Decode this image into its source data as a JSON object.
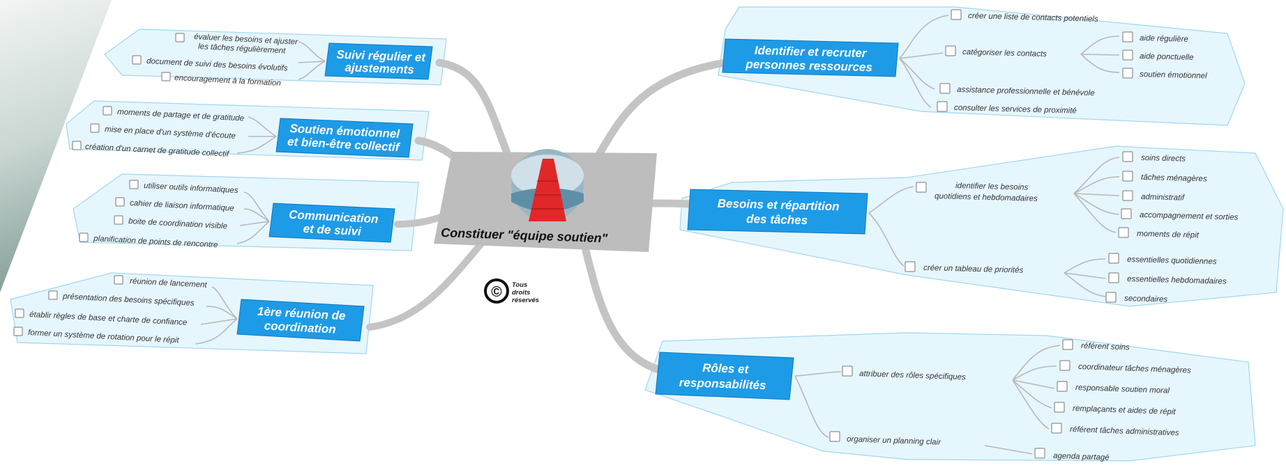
{
  "central": {
    "title": "Constituer \"équipe soutien\""
  },
  "copyright": {
    "symbol": "©",
    "lines": [
      "Tous",
      "droits",
      "réservés"
    ]
  },
  "branches": {
    "suivi": {
      "title": [
        "Suivi régulier et",
        "ajustements"
      ],
      "items": [
        {
          "lines": [
            "évaluer les besoins et ajuster",
            "les tâches régulièrement"
          ]
        },
        {
          "lines": [
            "document de suivi des besoins évolutifs"
          ]
        },
        {
          "lines": [
            "encouragement à la formation"
          ]
        }
      ]
    },
    "soutien": {
      "title": [
        "Soutien émotionnel",
        "et bien-être collectif"
      ],
      "items": [
        {
          "lines": [
            "moments de partage et de gratitude"
          ]
        },
        {
          "lines": [
            "mise en place d'un système d'écoute"
          ]
        },
        {
          "lines": [
            "création d'un carnet de gratitude collectif"
          ]
        }
      ]
    },
    "communication": {
      "title": [
        "Communication",
        "et de suivi"
      ],
      "items": [
        {
          "lines": [
            "utiliser outils informatiques"
          ]
        },
        {
          "lines": [
            "cahier de liaison informatique"
          ]
        },
        {
          "lines": [
            "boite de coordination visible"
          ]
        },
        {
          "lines": [
            "planification de points de rencontre"
          ]
        }
      ]
    },
    "reunion": {
      "title": [
        "1ère réunion de",
        "coordination"
      ],
      "items": [
        {
          "lines": [
            "réunion de lancement"
          ]
        },
        {
          "lines": [
            "présentation des besoins spécifiques"
          ]
        },
        {
          "lines": [
            "établir règles de base et charte de confiance"
          ]
        },
        {
          "lines": [
            "former un système de rotation pour le répit"
          ]
        }
      ]
    },
    "identifier": {
      "title": [
        "Identifier et recruter",
        "personnes ressources"
      ],
      "items": [
        {
          "lines": [
            "créer une liste de contacts potentiels"
          ]
        },
        {
          "lines": [
            "catégoriser les contacts"
          ],
          "children": [
            "aide régulière",
            "aide ponctuelle",
            "soutien émotionnel"
          ]
        },
        {
          "lines": [
            "assistance professionnelle et bénévole"
          ]
        },
        {
          "lines": [
            "consulter les services de proximité"
          ]
        }
      ]
    },
    "besoins": {
      "title": [
        "Besoins et répartition",
        "des tâches"
      ],
      "items": [
        {
          "lines": [
            "identifier les besoins",
            "quotidiens et hebdomadaires"
          ],
          "children": [
            "soins directs",
            "tâches ménagères",
            "administratif",
            "accompagnement et sorties",
            "moments de répit"
          ]
        },
        {
          "lines": [
            "créer un tableau de priorités"
          ],
          "children": [
            "essentielles quotidiennes",
            "essentielles hebdomadaires",
            "secondaires"
          ]
        }
      ]
    },
    "roles": {
      "title": [
        "Rôles et",
        "responsabilités"
      ],
      "items": [
        {
          "lines": [
            "attribuer des rôles spécifiques"
          ],
          "children": [
            "référent soins",
            "coordinateur tâches ménagères",
            "responsable soutien moral",
            "remplaçants et aides de répit",
            "référent tâches administratives"
          ]
        },
        {
          "lines": [
            "organiser un planning clair"
          ],
          "children": [
            "agenda partagé"
          ]
        }
      ]
    }
  }
}
